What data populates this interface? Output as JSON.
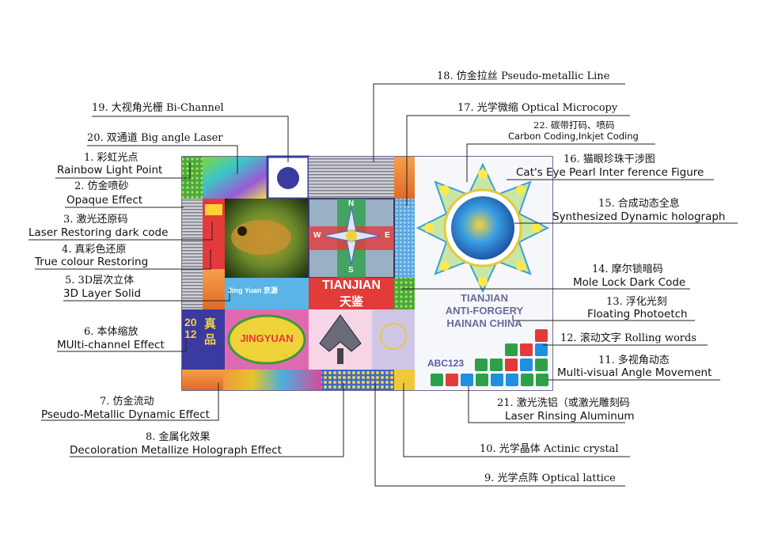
{
  "card": {
    "tianjian": "TIANJIAN",
    "tianjian_cn": "天鉴",
    "anti_forgery_lines": [
      "TIANJIAN",
      "ANTI-FORGERY",
      "HAINAN CHINA"
    ],
    "code": "ABC123",
    "jingyuan": "JINGYUAN",
    "year": "2012",
    "year_word": "真品",
    "compass": {
      "n": "N",
      "w": "W",
      "e": "E",
      "s": "S"
    },
    "microtext": "Jing Yuan 京源",
    "colors": {
      "green": "#2ea04a",
      "red": "#e33a3a",
      "blue": "#1f8fe0",
      "orange": "#f08a24",
      "navy": "#1a2a7a",
      "purple": "#3d3aa0"
    }
  },
  "labels": {
    "l1_cn": "1. 彩虹光点",
    "l1_en": "Rainbow Light Point",
    "l2_cn": "2. 仿金喷砂",
    "l2_en": "Opaque Effect",
    "l3_cn": "3. 激光还原码",
    "l3_en": "Laser Restoring dark code",
    "l4_cn": "4. 真彩色还原",
    "l4_en": "True colour Restoring",
    "l5_cn": "5. 3D层次立体",
    "l5_en": "3D Layer Solid",
    "l6_cn": "6. 本体缩放",
    "l6_en": "MUlti-channel Effect",
    "l7_cn": "7. 仿金流动",
    "l7_en": "Pseudo-Metallic Dynamic Effect",
    "l8_cn": "8. 金属化效果",
    "l8_en": "Decoloration Metallize Holograph Effect",
    "l9": "9. 光学点阵 Optical lattice",
    "l10": "10. 光学晶体 Actinic crystal",
    "l11_cn": "11. 多视角动态",
    "l11_en": "Multi-visual Angle Movement",
    "l12": "12. 滚动文字 Rolling words",
    "l13_cn": "13. 浮化光刻",
    "l13_en": "Floating Photoetch",
    "l14_cn": "14. 摩尔锁暗码",
    "l14_en": "Mole Lock Dark Code",
    "l15_cn": "15. 合成动态全息",
    "l15_en": "Synthesized Dynamic holograph",
    "l16_cn": "16. 猫眼珍珠干涉图",
    "l16_en": "Cat's Eye Pearl Inter ference Figure",
    "l17": "17. 光学微缩 Optical Microcopy",
    "l18": "18. 仿金拉丝 Pseudo-metallic Line",
    "l19": "19. 大视角光栅 Bi-Channel",
    "l20": "20. 双通道 Big angle Laser",
    "l21_cn": "21. 激光洗铝（或激光雕刻码",
    "l21_en": "Laser Rinsing Aluminum",
    "l22_cn": "22. 碳带打码、喷码",
    "l22_en": "Carbon Coding,Inkjet Coding"
  }
}
